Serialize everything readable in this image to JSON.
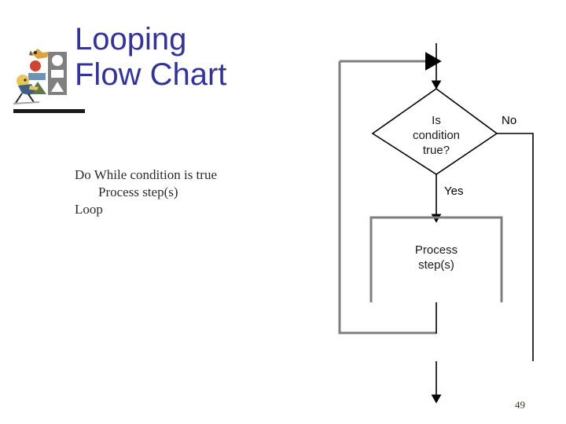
{
  "slide": {
    "title": "Looping\nFlow Chart",
    "title_color": "#333399",
    "page_number": "49",
    "background": "#ffffff"
  },
  "clipart": {
    "name": "person-carrying-shapes-clipart",
    "colors": {
      "tower": "#808080",
      "tower_shape": "#ffffff",
      "circle": "#cc4433",
      "rectangle": "#6d93b5",
      "triangle": "#5f7a4a",
      "head": "#e8c55a",
      "body": "#3f5f86",
      "dog": "#d9a441",
      "ground": "#b8c4cc"
    }
  },
  "body": {
    "lines": [
      {
        "level": 1,
        "text": "Do While condition is true"
      },
      {
        "level": 2,
        "text": "Process step(s)"
      },
      {
        "level": 1,
        "text": "Loop"
      }
    ]
  },
  "flowchart": {
    "title": "Looping flow chart",
    "line_colors": {
      "arrow": "#000000",
      "loop": "#7f7f7f",
      "box": "#7f7f7f",
      "diamond": "#000000"
    },
    "nodes": [
      {
        "id": "decision",
        "shape": "diamond",
        "text": "Is\ncondition\ntrue?",
        "line1": "Is",
        "line2": "condition",
        "line3": "true?"
      },
      {
        "id": "process",
        "shape": "rectangle",
        "text": "Process\nstep(s)",
        "line1": "Process",
        "line2": "step(s)"
      }
    ],
    "edge_labels": [
      {
        "id": "no-label",
        "text": "No"
      },
      {
        "id": "yes-label",
        "text": "Yes"
      }
    ]
  }
}
